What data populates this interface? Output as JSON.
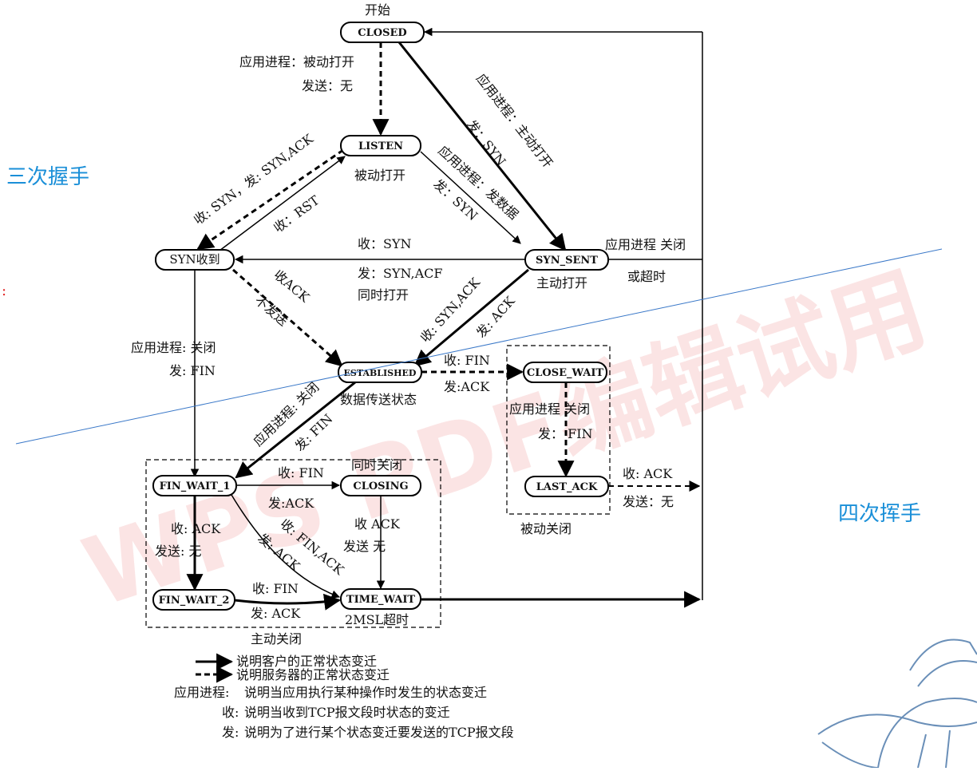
{
  "nodes": {
    "closed": "CLOSED",
    "listen": "LISTEN",
    "syn_rcvd": "SYN收到",
    "syn_sent": "SYN_SENT",
    "established": "ESTABLISHED",
    "close_wait": "CLOSE_WAIT",
    "last_ack": "LAST_ACK",
    "fin_wait_1": "FIN_WAIT_1",
    "closing": "CLOSING",
    "fin_wait_2": "FIN_WAIT_2",
    "time_wait": "TIME_WAIT"
  },
  "labels": {
    "start": "开始",
    "passive_open_app": "应用进程：被动打开",
    "passive_open_send": "发送：无",
    "passive_open": "被动打开",
    "active_open_app": "应用进程：主动打开",
    "active_open_send": "发：SYN",
    "listen_send_app": "应用进程：发数据",
    "listen_send_syn": "发：SYN",
    "listen_recv_syn": "收: SYN，发: SYN,ACK",
    "recv_rst": "收：RST",
    "simul_recv": "收：SYN",
    "simul_send": "发：SYN,ACF",
    "simul_open": "同时打开",
    "active_open": "主动打开",
    "close_app": "应用进程 关闭",
    "or_timeout": "或超时",
    "recv_ack": "收ACK",
    "no_send": "不发送",
    "recv_synack": "收: SYN,ACK",
    "send_ack": "发: ACK",
    "synrcvd_close_app": "应用进程: 关闭",
    "synrcvd_close_fin": "发:  FIN",
    "est_recv_fin": "收: FIN",
    "est_send_ack": "发:ACK",
    "data_transfer": "数据传送状态",
    "est_close_app": "应用进程: 关闭",
    "est_close_fin": "发: FIN",
    "cw_close_app": "应用进程  关闭",
    "cw_close_fin": "发：      FIN",
    "la_recv_ack": "收: ACK",
    "la_send_none": "发送：无",
    "passive_close": "被动关闭",
    "simul_close": "同时关闭",
    "fw1_recv_fin": "收: FIN",
    "fw1_send_ack": "发:ACK",
    "fw1_recv_finack": "收: FIN,ACK",
    "fw1_send_ack2": "发: ACK",
    "fw1_recv_ack": "收:  ACK",
    "fw1_send_none": "发送:  无",
    "closing_recv_ack": "收  ACK",
    "closing_send_none": "发送  无",
    "fw2_recv_fin": "收: FIN",
    "fw2_send_ack": "发: ACK",
    "timeout_2msl": "2MSL超时",
    "active_close": "主动关闭"
  },
  "legend": {
    "solid": "说明客户的正常状态变迁",
    "dashed": "说明服务器的正常状态变迁",
    "app_key": "应用进程:",
    "app_desc": "说明当应用执行某种操作时发生的状态变迁",
    "recv_key": "收:",
    "recv_desc": "说明当收到TCP报文段时状态的变迁",
    "send_key": "发:",
    "send_desc": "说明为了进行某个状态变迁要发送的TCP报文段"
  },
  "annotations": {
    "three_way": "三次握手",
    "four_way": "四次挥手"
  },
  "watermark": "WPS PDF编辑试用",
  "colors": {
    "annotation": "#1a8fd8",
    "watermark": "#e23b3b",
    "blue_line": "#3a78c8"
  }
}
